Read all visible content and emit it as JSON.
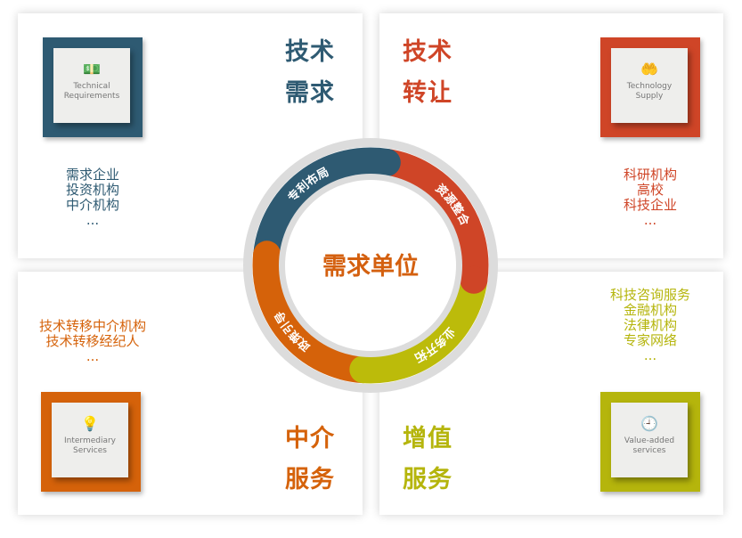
{
  "center": {
    "label": "需求单位",
    "color": "#d4600f"
  },
  "ring": [
    {
      "label": "专利布局",
      "color": "#2e5a72"
    },
    {
      "label": "资源整合",
      "color": "#cf4527"
    },
    {
      "label": "业务开拓",
      "color": "#bcbb0a"
    },
    {
      "label": "政策引导",
      "color": "#d5620a"
    }
  ],
  "quadrants": {
    "tl": {
      "title1": "技术",
      "title2": "需求",
      "tile_line1": "Technical",
      "tile_line2": "Requirements",
      "icon": "money-icon",
      "items": [
        "需求企业",
        "投资机构",
        "中介机构",
        "..."
      ],
      "color": "#2e5a72"
    },
    "tr": {
      "title1": "技术",
      "title2": "转让",
      "tile_line1": "Technology",
      "tile_line2": "Supply",
      "icon": "hand-coin-icon",
      "items": [
        "科研机构",
        "高校",
        "科技企业",
        "..."
      ],
      "color": "#cf4527"
    },
    "bl": {
      "title1": "中介",
      "title2": "服务",
      "tile_line1": "Intermediary",
      "tile_line2": "Services",
      "icon": "lightbulb-icon",
      "items": [
        "技术转移中介机构",
        "技术转移经纪人",
        "..."
      ],
      "color": "#d5620a"
    },
    "br": {
      "title1": "增值",
      "title2": "服务",
      "tile_line1": "Value-added",
      "tile_line2": "services",
      "icon": "clock-icon",
      "items": [
        "科技咨询服务",
        "金融机构",
        "法律机构",
        "专家网络",
        "..."
      ],
      "color": "#b5b50c"
    }
  }
}
